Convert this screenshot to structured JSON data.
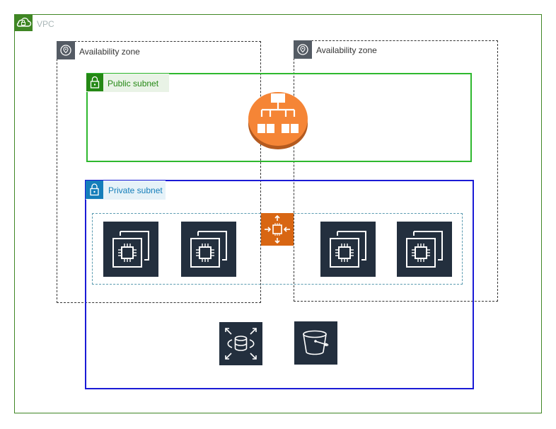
{
  "vpc": {
    "label": "VPC",
    "color": "#3f8624",
    "icon": "cloud-lock-icon"
  },
  "availability_zones": [
    {
      "label": "Availability zone",
      "icon": "location-pin-icon"
    },
    {
      "label": "Availability zone",
      "icon": "location-pin-icon"
    }
  ],
  "public_subnet": {
    "label": "Public subnet",
    "color": "#2eb82e",
    "icon": "lock-icon"
  },
  "private_subnet": {
    "label": "Private subnet",
    "color": "#1a1ad6",
    "icon": "lock-icon"
  },
  "services": {
    "load_balancer": {
      "icon": "load-balancer-icon",
      "color": "#f58536"
    },
    "auto_scaling": {
      "icon": "auto-scaling-icon",
      "color": "#d86613"
    },
    "ec2_instances": [
      {
        "icon": "ec2-instance-icon"
      },
      {
        "icon": "ec2-instance-icon"
      },
      {
        "icon": "ec2-instance-icon"
      },
      {
        "icon": "ec2-instance-icon"
      }
    ],
    "database": {
      "icon": "rds-database-icon"
    },
    "storage": {
      "icon": "s3-bucket-icon"
    }
  }
}
